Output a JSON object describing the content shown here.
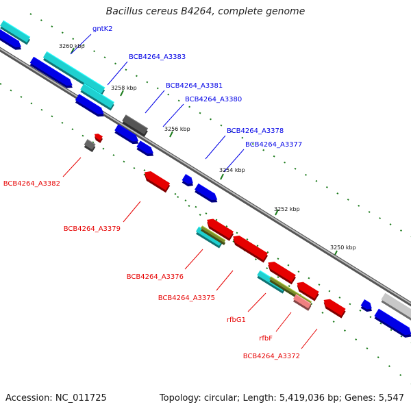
{
  "title": "Bacillus cereus B4264, complete genome",
  "accession": "Accession: NC_011725",
  "summary": "Topology: circular; Length: 5,419,036 bp; Genes: 5,547",
  "colors": {
    "forward": "#0000e6",
    "reverse": "#e60000",
    "cyan": "#1fd0d0",
    "olive": "#7a8c2a",
    "gray": "#777777",
    "backbone": "#888888",
    "tick": "#1a7a1a"
  },
  "ticks": [
    {
      "label": "3260 kbp"
    },
    {
      "label": "3258 kbp"
    },
    {
      "label": "3256 kbp"
    },
    {
      "label": "3254 kbp"
    },
    {
      "label": "3252 kbp"
    },
    {
      "label": "3250 kbp"
    }
  ],
  "gene_labels": [
    {
      "name": "gntK2",
      "strand": "forward"
    },
    {
      "name": "BCB4264_A3383",
      "strand": "forward"
    },
    {
      "name": "BCB4264_A3381",
      "strand": "forward"
    },
    {
      "name": "BCB4264_A3380",
      "strand": "forward"
    },
    {
      "name": "BCB4264_A3378",
      "strand": "forward"
    },
    {
      "name": "BCB4264_A3377",
      "strand": "forward"
    },
    {
      "name": "BCB4264_A3382",
      "strand": "reverse"
    },
    {
      "name": "BCB4264_A3379",
      "strand": "reverse"
    },
    {
      "name": "BCB4264_A3376",
      "strand": "reverse"
    },
    {
      "name": "BCB4264_A3375",
      "strand": "reverse"
    },
    {
      "name": "rfbG1",
      "strand": "reverse"
    },
    {
      "name": "rfbF",
      "strand": "reverse"
    },
    {
      "name": "BCB4264_A3372",
      "strand": "reverse"
    }
  ]
}
